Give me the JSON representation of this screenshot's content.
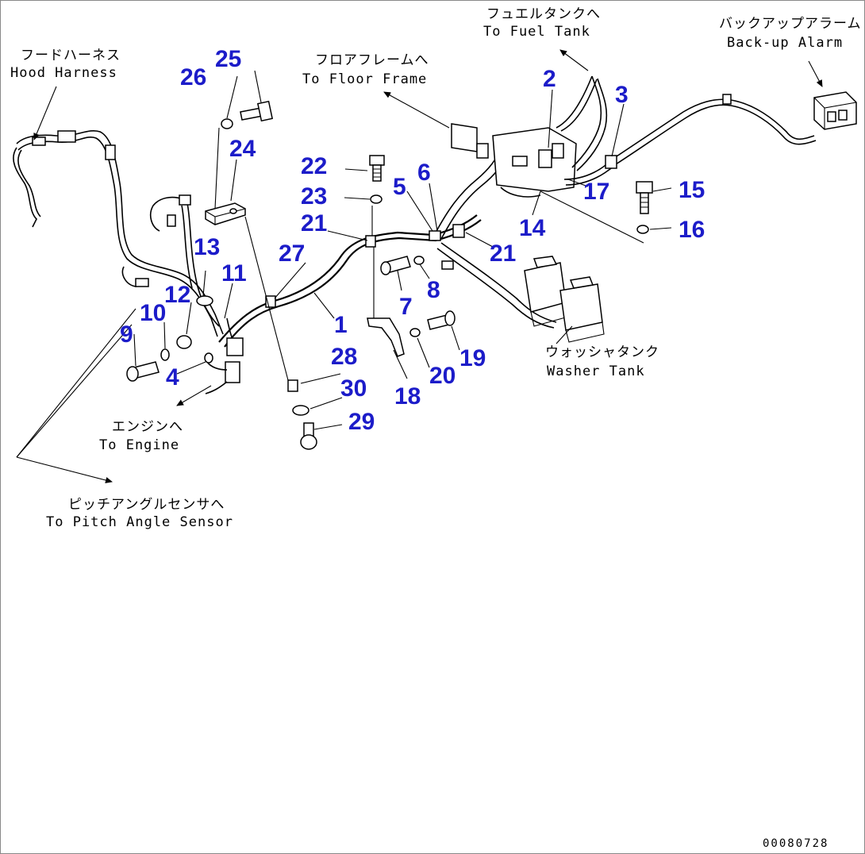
{
  "callouts": [
    {
      "id": "1",
      "text": "1"
    },
    {
      "id": "2",
      "text": "2"
    },
    {
      "id": "3",
      "text": "3"
    },
    {
      "id": "4",
      "text": "4"
    },
    {
      "id": "5",
      "text": "5"
    },
    {
      "id": "6",
      "text": "6"
    },
    {
      "id": "7",
      "text": "7"
    },
    {
      "id": "8",
      "text": "8"
    },
    {
      "id": "9",
      "text": "9"
    },
    {
      "id": "10",
      "text": "10"
    },
    {
      "id": "11",
      "text": "11"
    },
    {
      "id": "12",
      "text": "12"
    },
    {
      "id": "13",
      "text": "13"
    },
    {
      "id": "14",
      "text": "14"
    },
    {
      "id": "15",
      "text": "15"
    },
    {
      "id": "16",
      "text": "16"
    },
    {
      "id": "17",
      "text": "17"
    },
    {
      "id": "18",
      "text": "18"
    },
    {
      "id": "19",
      "text": "19"
    },
    {
      "id": "20",
      "text": "20"
    },
    {
      "id": "21a",
      "text": "21"
    },
    {
      "id": "21b",
      "text": "21"
    },
    {
      "id": "22",
      "text": "22"
    },
    {
      "id": "23",
      "text": "23"
    },
    {
      "id": "24",
      "text": "24"
    },
    {
      "id": "25",
      "text": "25"
    },
    {
      "id": "26",
      "text": "26"
    },
    {
      "id": "27",
      "text": "27"
    },
    {
      "id": "28",
      "text": "28"
    },
    {
      "id": "29",
      "text": "29"
    },
    {
      "id": "30",
      "text": "30"
    }
  ],
  "labels": {
    "hood_jp": "フードハーネス",
    "hood_en": "Hood Harness",
    "floor_jp": "フロアフレームへ",
    "floor_en": "To Floor Frame",
    "fuel_jp": "フュエルタンクへ",
    "fuel_en": "To Fuel Tank",
    "alarm_jp": "バックアップアラーム",
    "alarm_en": "Back-up Alarm",
    "engine_jp": "エンジンへ",
    "engine_en": "To Engine",
    "pitch_jp": "ピッチアングルセンサへ",
    "pitch_en": "To Pitch Angle Sensor",
    "washer_jp": "ウォッシャタンク",
    "washer_en": "Washer Tank"
  },
  "drawing_code": "00080728",
  "colors": {
    "callout": "#1c1cc9",
    "line": "#000000",
    "background": "#ffffff"
  }
}
